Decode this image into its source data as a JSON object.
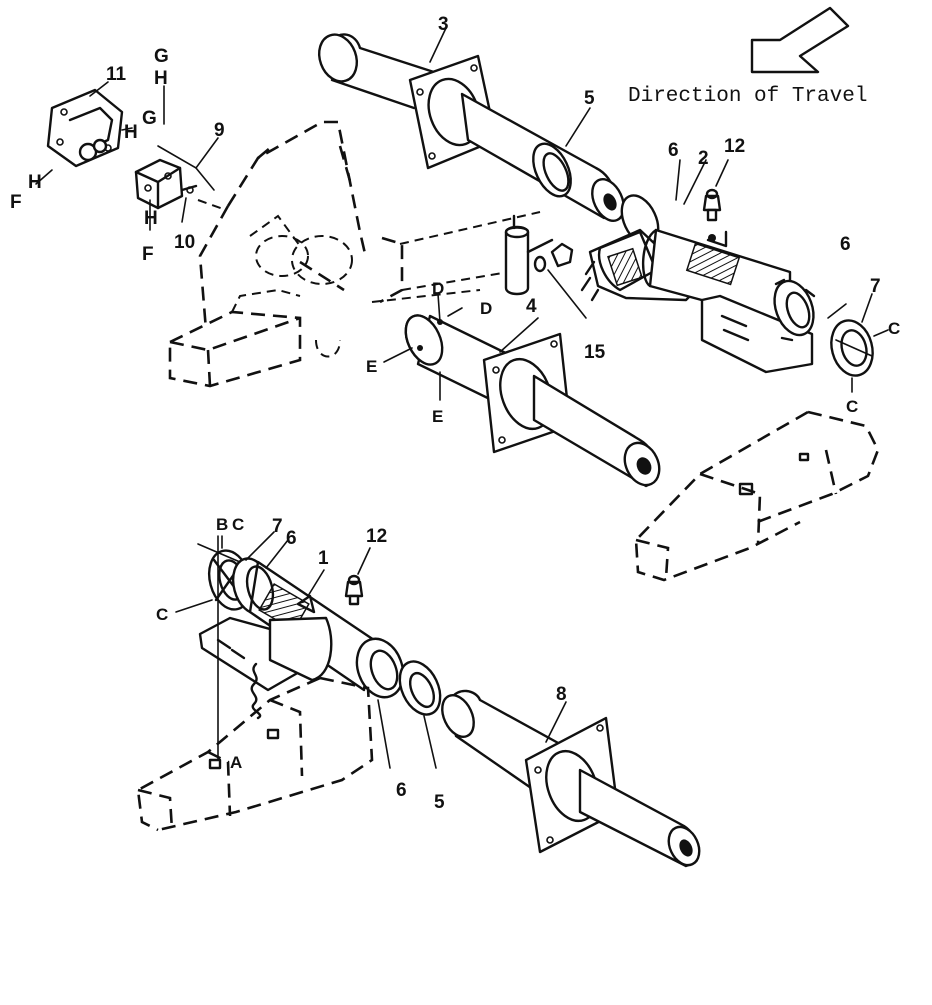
{
  "direction": {
    "text": "Direction of Travel"
  },
  "callouts": {
    "n1": "1",
    "n2": "2",
    "n3": "3",
    "n4": "4",
    "n5a": "5",
    "n5b": "5",
    "n6a": "6",
    "n6b": "6",
    "n6c": "6",
    "n6d": "6",
    "n7a": "7",
    "n7b": "7",
    "n8": "8",
    "n9": "9",
    "n10": "10",
    "n11": "11",
    "n12a": "12",
    "n12b": "12",
    "n15": "15"
  },
  "refs": {
    "G1": "G",
    "G2": "G",
    "H1": "H",
    "H2": "H",
    "H3": "H",
    "H4": "H",
    "F1": "F",
    "F2": "F",
    "D1": "D",
    "D2": "D",
    "E1": "E",
    "E2": "E",
    "C1": "C",
    "C2": "C",
    "C3": "C",
    "C4": "C",
    "A": "A",
    "B": "B"
  }
}
